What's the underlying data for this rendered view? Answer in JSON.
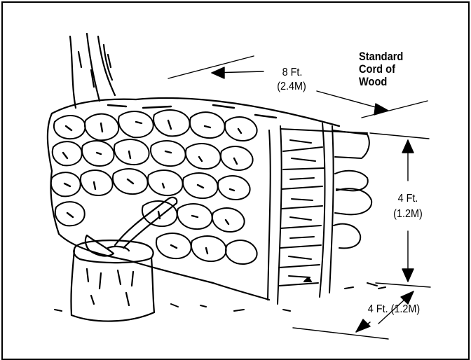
{
  "title_lines": [
    "Standard",
    "Cord of",
    "Wood"
  ],
  "dimensions": {
    "length": {
      "feet": "8 Ft.",
      "metric": "(2.4M)"
    },
    "height": {
      "feet": "4 Ft.",
      "metric": "(1.2M)"
    },
    "depth": {
      "label": "4 Ft. (1.2M)"
    }
  }
}
